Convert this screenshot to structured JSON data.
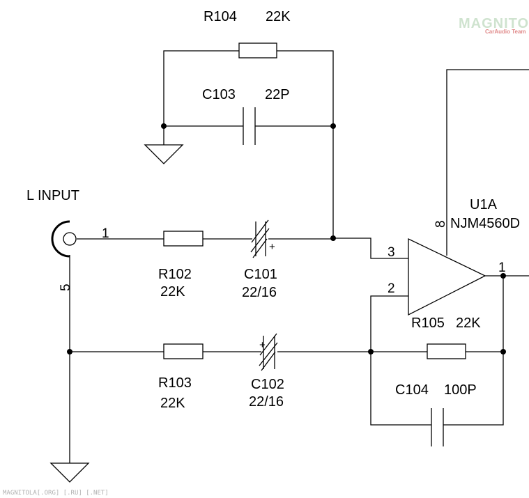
{
  "components": {
    "r104": {
      "ref": "R104",
      "value": "22K"
    },
    "c103": {
      "ref": "C103",
      "value": "22P"
    },
    "r102": {
      "ref": "R102",
      "value": "22K"
    },
    "c101": {
      "ref": "C101",
      "value": "22/16"
    },
    "r103": {
      "ref": "R103",
      "value": "22K"
    },
    "c102": {
      "ref": "C102",
      "value": "22/16"
    },
    "r105": {
      "ref": "R105",
      "value": "22K"
    },
    "c104": {
      "ref": "C104",
      "value": "100P"
    },
    "u1a": {
      "ref": "U1A",
      "part": "NJM4560D"
    }
  },
  "connector": {
    "label": "L INPUT",
    "pin_signal": "1",
    "pin_ground": "5"
  },
  "pins": {
    "noninverting": "3",
    "inverting": "2",
    "output": "1",
    "supply": "8"
  },
  "polarity": {
    "plus": "+"
  },
  "watermark": {
    "logo": "MAGNITOLA",
    "tagline": "CarAudio Team",
    "footer": "MAGNITOLA[.ORG] [.RU] [.NET]"
  }
}
